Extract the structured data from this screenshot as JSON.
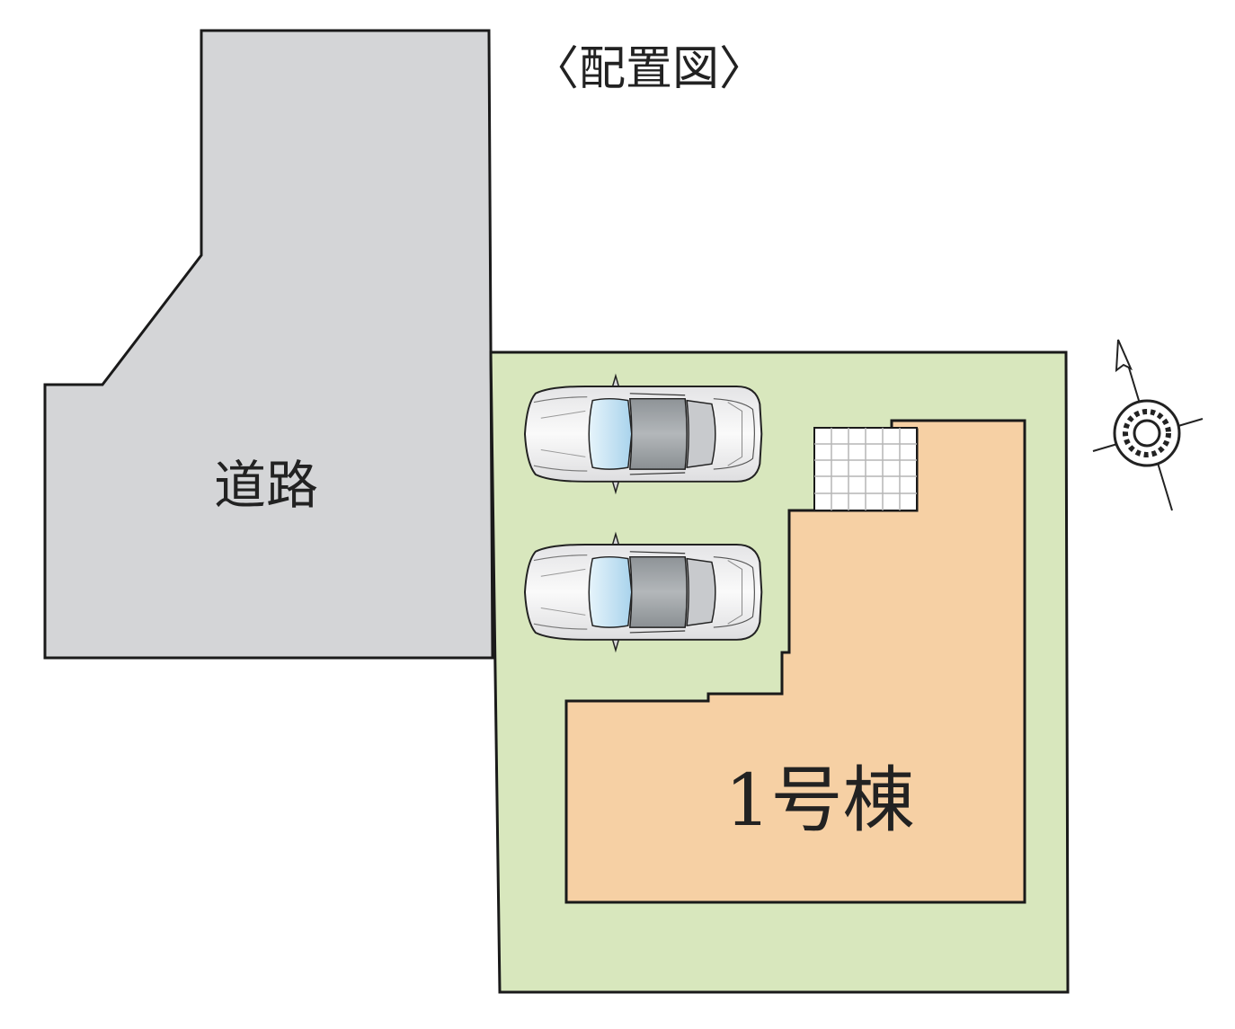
{
  "title": "〈配置図〉",
  "road": {
    "label": "道路"
  },
  "building": {
    "label": "1号棟"
  },
  "parking": {
    "car_count": 2
  },
  "colors": {
    "road": "#d4d5d7",
    "lot": "#d8e7bd",
    "building": "#f6d0a4",
    "outline": "#1a1a1a",
    "tile": "#ffffff",
    "car_body": "#f2f2f3",
    "car_roof": "#a2a7ab",
    "car_glass": "#c4e3f4"
  },
  "compass": {
    "icon": "north-arrow-compass-icon"
  }
}
